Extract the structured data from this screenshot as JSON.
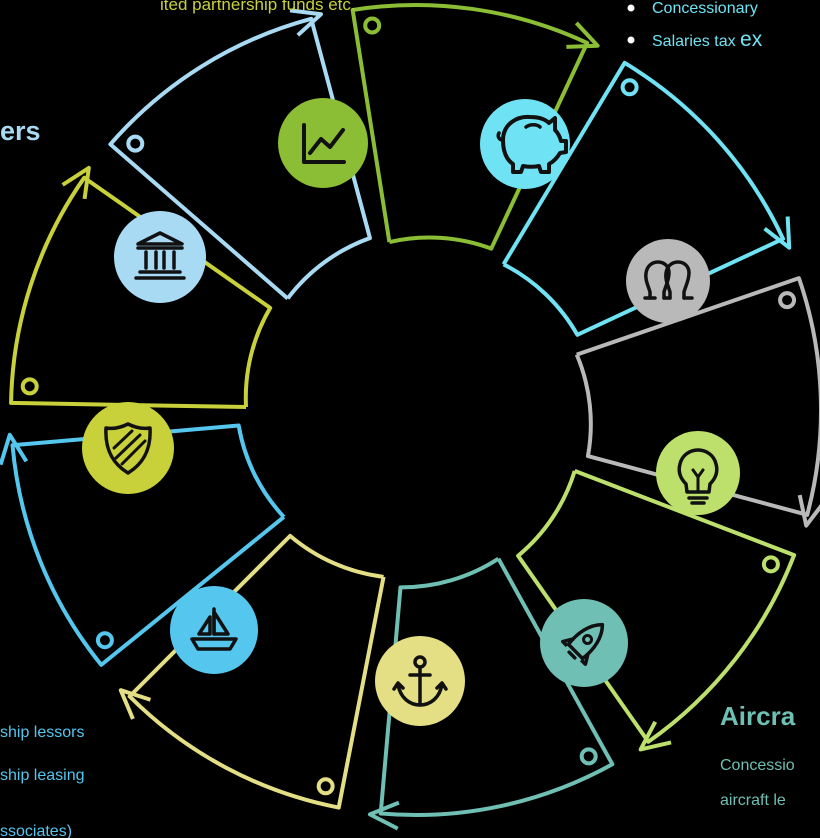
{
  "colors": {
    "background": "#000000",
    "green": "#8BBE34",
    "cyan": "#6FE2F3",
    "gray": "#B9B9B9",
    "lime": "#BDE06C",
    "teal": "#6FBFB4",
    "sand": "#E4DF84",
    "sky": "#55C6EE",
    "olive": "#C8D13A",
    "lightblue": "#A9DAF4",
    "icon_stroke": "#111111"
  },
  "segments": [
    {
      "name": "investment",
      "color": "green",
      "icon": "line-chart-icon"
    },
    {
      "name": "savings",
      "color": "cyan",
      "icon": "piggy-bank-icon"
    },
    {
      "name": "people",
      "color": "gray",
      "icon": "people-icon"
    },
    {
      "name": "innovation",
      "color": "lime",
      "icon": "lightbulb-icon"
    },
    {
      "name": "aircraft",
      "color": "teal",
      "icon": "rocket-icon"
    },
    {
      "name": "maritime",
      "color": "sand",
      "icon": "anchor-icon"
    },
    {
      "name": "shipping",
      "color": "sky",
      "icon": "sailboat-icon"
    },
    {
      "name": "insurance",
      "color": "olive",
      "icon": "shield-icon"
    },
    {
      "name": "treasury",
      "color": "lightblue",
      "icon": "bank-icon"
    }
  ],
  "text": {
    "top_left_partial": "ited partnership funds etc.",
    "top_right_line1": "Concessionary",
    "top_right_line2_prefix": "Salaries tax ",
    "top_right_line2_suffix": "ex",
    "left_heading_partial": "ers",
    "bottom_left_line1": "ship lessors",
    "bottom_left_line2": "ship leasing",
    "bottom_left_line3": "ssociates)",
    "aircraft_heading_partial": "Aircra",
    "aircraft_line1": "Concessio",
    "aircraft_line2": "aircraft le"
  }
}
